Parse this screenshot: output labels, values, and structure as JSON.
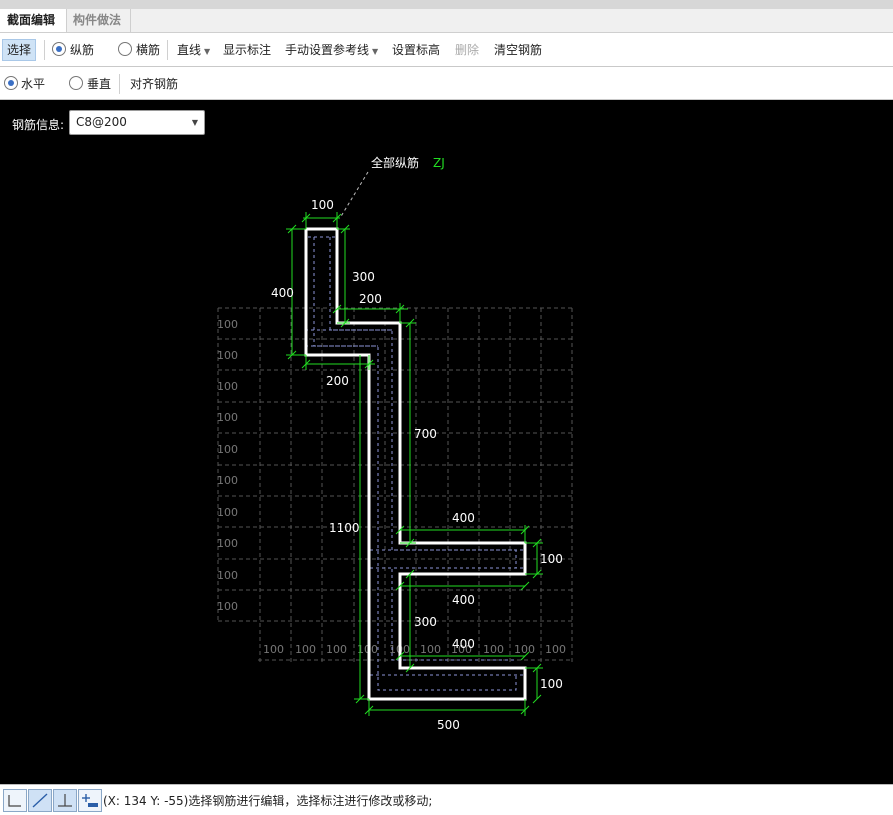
{
  "tabs": [
    "截面编辑",
    "构件做法"
  ],
  "toolbar1": {
    "select": "选择",
    "radio_longitudinal": "纵筋",
    "radio_transverse": "横筋",
    "line_type": "直线",
    "show_dims": "显示标注",
    "manual_ref": "手动设置参考线",
    "set_elevation": "设置标高",
    "delete": "删除",
    "clear_rebar": "清空钢筋"
  },
  "toolbar2": {
    "radio_horizontal": "水平",
    "radio_vertical": "垂直",
    "align_rebar": "对齐钢筋"
  },
  "rebar_info": {
    "label": "钢筋信息:",
    "value": "C8@200"
  },
  "annotation": {
    "label": "全部纵筋",
    "code": "ZJ"
  },
  "grid_labels": {
    "rows": [
      "100",
      "100",
      "100",
      "100",
      "100",
      "100",
      "100",
      "100",
      "100",
      "100"
    ],
    "cols": [
      "100",
      "100",
      "100",
      "100",
      "100",
      "100",
      "100",
      "100",
      "100",
      "100"
    ]
  },
  "dims": {
    "top_width": "100",
    "seg_300_top": "300",
    "left_400": "400",
    "step_200_top": "200",
    "step_200_left": "200",
    "seg_700": "700",
    "seg_1100": "1100",
    "arm1_400": "400",
    "arm1_100": "100",
    "arm1_400_bottom": "400",
    "seg_300_mid": "300",
    "arm2_400": "400",
    "arm2_100": "100",
    "bottom_500": "500"
  },
  "status": "(X: 134 Y: -55)选择钢筋进行编辑，选择标注进行修改或移动;",
  "colors": {
    "dim": "#22dd22",
    "outline": "#ffffff",
    "grid": "#666666",
    "code": "#22dd22"
  }
}
